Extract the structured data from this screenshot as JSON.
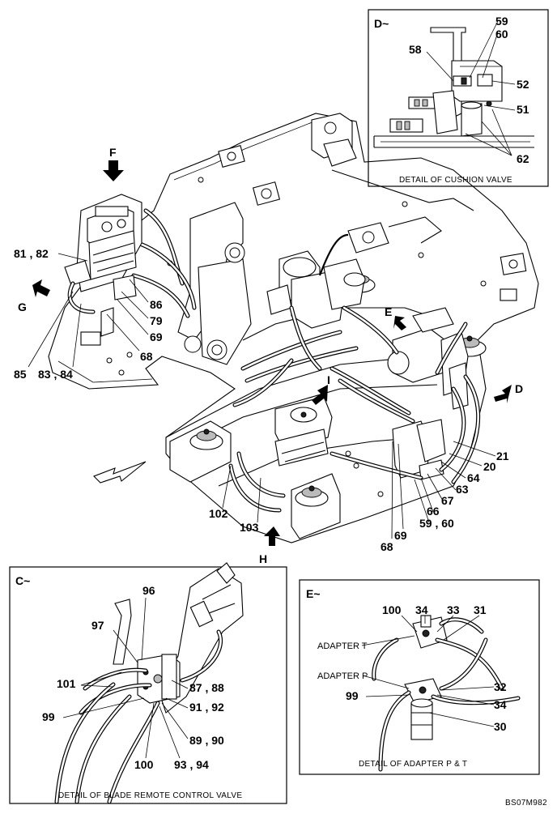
{
  "main_view": {
    "view_arrows": [
      {
        "id": "F",
        "label": "F"
      },
      {
        "id": "G",
        "label": "G"
      },
      {
        "id": "E",
        "label": "E"
      },
      {
        "id": "I",
        "label": "I"
      },
      {
        "id": "D",
        "label": "D"
      },
      {
        "id": "H",
        "label": "H"
      }
    ],
    "callouts": [
      "81 , 82",
      "86",
      "79",
      "69",
      "68",
      "85",
      "83 , 84",
      "21",
      "20",
      "64",
      "63",
      "67",
      "66",
      "59 , 60",
      "69",
      "68",
      "102",
      "103"
    ]
  },
  "detail_d": {
    "title": "D~",
    "caption": "DETAIL OF CUSHION VALVE",
    "callouts": [
      "59",
      "60",
      "58",
      "52",
      "51",
      "62"
    ]
  },
  "detail_c": {
    "title": "C~",
    "caption": "DETAIL OF BLADE REMOTE CONTROL VALVE",
    "callouts": [
      "96",
      "97",
      "101",
      "87 , 88",
      "99",
      "91 , 92",
      "89 , 90",
      "100",
      "93 , 94"
    ]
  },
  "detail_e": {
    "title": "E~",
    "caption": "DETAIL OF ADAPTER P & T",
    "callouts": [
      "100",
      "34",
      "33",
      "31",
      "ADAPTER T",
      "ADAPTER P",
      "32",
      "99",
      "34",
      "30"
    ]
  },
  "drawing_code": "BS07M982"
}
